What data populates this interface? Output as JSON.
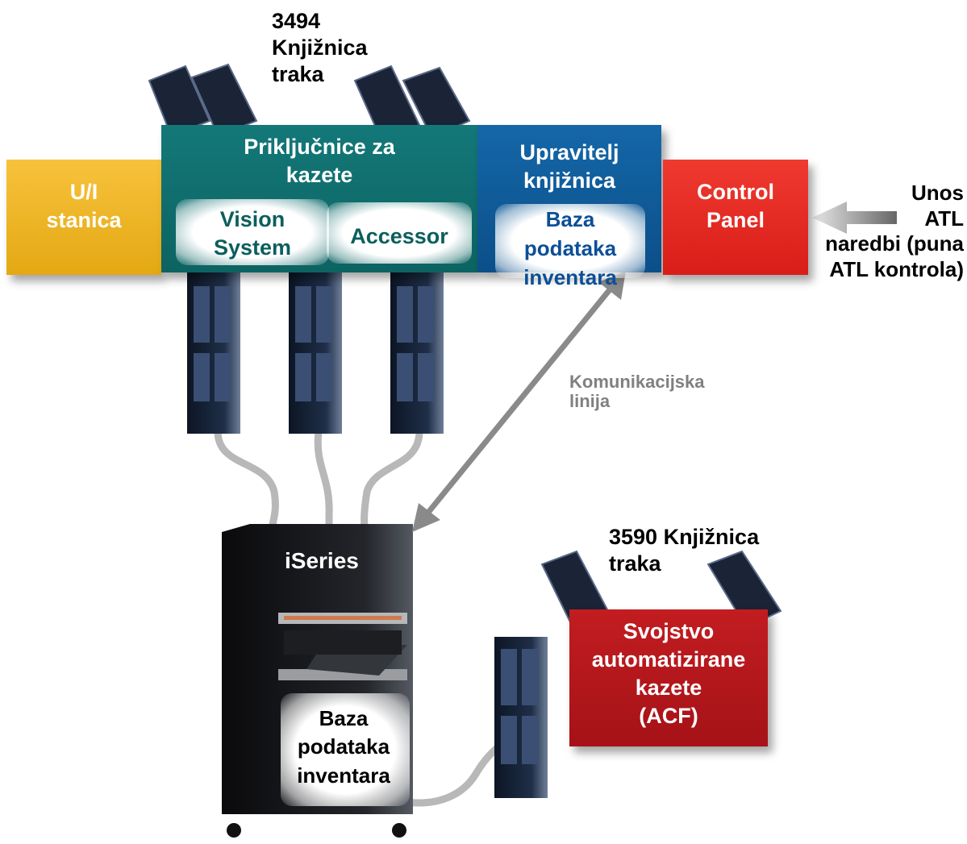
{
  "library_3494": {
    "line1": "3494",
    "line2": "Knjižnica",
    "line3": "traka"
  },
  "io_station": {
    "line1": "U/I",
    "line2": "stanica"
  },
  "cartridge_slots": {
    "line1": "Priključnice za",
    "line2": "kazete"
  },
  "vision_system": {
    "line1": "Vision",
    "line2": "System"
  },
  "accessor": {
    "label": "Accessor"
  },
  "library_manager": {
    "line1": "Upravitelj",
    "line2": "knjižnica"
  },
  "inventory_db_top": {
    "line1": "Baza",
    "line2": "podataka",
    "line3": "inventara"
  },
  "control_panel": {
    "line1": "Control",
    "line2": "Panel"
  },
  "atl_commands": {
    "line1": "Unos",
    "line2": "ATL",
    "line3": "naredbi (puna",
    "line4": "ATL kontrola)"
  },
  "comm_line": {
    "line1": "Komunikacijska",
    "line2": "linija"
  },
  "iseries": {
    "label": "iSeries"
  },
  "inventory_db_bottom": {
    "line1": "Baza",
    "line2": "podataka",
    "line3": "inventara"
  },
  "library_3590": {
    "line1": "3590 Knjižnica",
    "line2": "traka"
  },
  "acf": {
    "line1": "Svojstvo",
    "line2": "automatizirane",
    "line3": "kazete",
    "line4": "(ACF)"
  },
  "colors": {
    "yellow": "#f2b624",
    "teal": "#0f6f6e",
    "blue": "#0e5a98",
    "red": "#e22620",
    "dark_red": "#b3161a",
    "teal_text": "#0b5f5d",
    "blue_text": "#0b4f96",
    "gray_text": "#808080"
  }
}
